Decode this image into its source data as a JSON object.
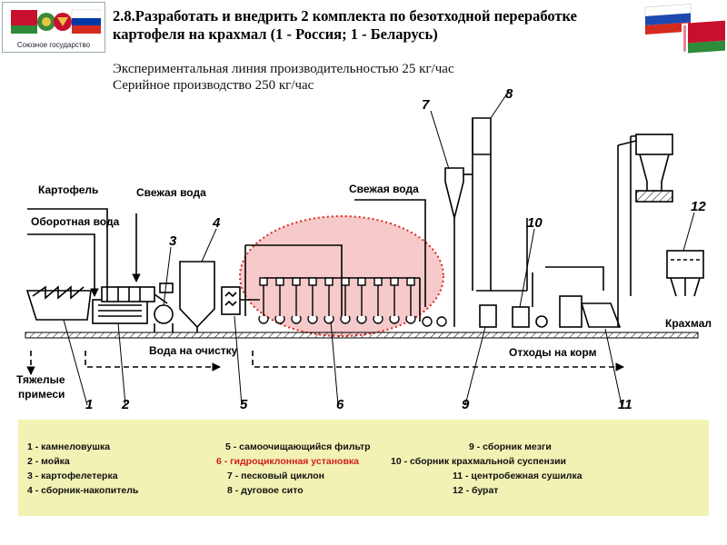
{
  "emblem": {
    "caption": "Союзное государство"
  },
  "title": {
    "line1": "2.8.Разработать и внедрить 2 комплекта по безотходной переработке",
    "line2": "картофеля на крахмал (1 - Россия; 1 - Беларусь)"
  },
  "subtitle": {
    "line1": "Экспериментальная линия производительностью 25 кг/час",
    "line2": "Серийное производство 250 кг/час"
  },
  "diagram": {
    "labels": {
      "potato": "Картофель",
      "recycled_water": "Оборотная вода",
      "fresh_water_left": "Свежая вода",
      "fresh_water_right": "Свежая вода",
      "water_to_treatment": "Вода на очистку",
      "heavy_impurities_1": "Тяжелые",
      "heavy_impurities_2": "примеси",
      "waste_to_feed": "Отходы на корм",
      "starch": "Крахмал"
    },
    "numbers": [
      "1",
      "2",
      "3",
      "4",
      "5",
      "6",
      "7",
      "8",
      "9",
      "10",
      "11",
      "12"
    ]
  },
  "legend": {
    "col1": [
      "1 - камнеловушка",
      "2 - мойка",
      "3 - картофелетерка",
      "4 - сборник-накопитель"
    ],
    "col2": [
      "5 - самоочищающийся фильтр",
      "6 - гидроциклонная установка",
      "7 - песковый циклон",
      "8 - дуговое сито"
    ],
    "col3": [
      "9 -  сборник мезги",
      "10 - сборник крахмальной суспензии",
      "11 - центробежная сушилка",
      "12 -  бурат"
    ]
  },
  "colors": {
    "highlight_fill": "#f3b8b8",
    "highlight_border": "#e0241c",
    "legend_bg": "#f2f2b4",
    "legend_highlight_text": "#d0201a"
  }
}
